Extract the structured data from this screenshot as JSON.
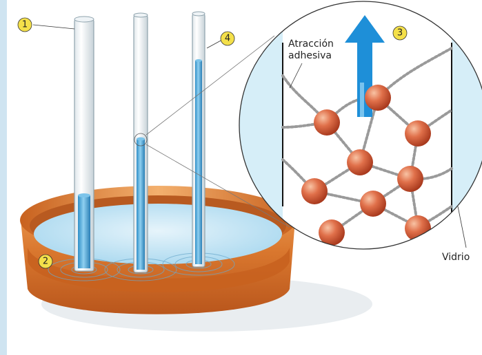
{
  "labels": {
    "adhesion_line1": "Atracción",
    "adhesion_line2": "adhesiva",
    "glass": "Vidrio"
  },
  "markers": [
    "1",
    "2",
    "3",
    "4"
  ],
  "colors": {
    "water": "#5fb3e0",
    "water_light": "#bfe3f5",
    "dish": "#d9772e",
    "molecule": "#e0704a",
    "arrow": "#1e8fd8",
    "marker_fill": "#f4e04a"
  },
  "icons": {
    "molecule": "sphere",
    "upward_force": "arrow-up-icon"
  }
}
